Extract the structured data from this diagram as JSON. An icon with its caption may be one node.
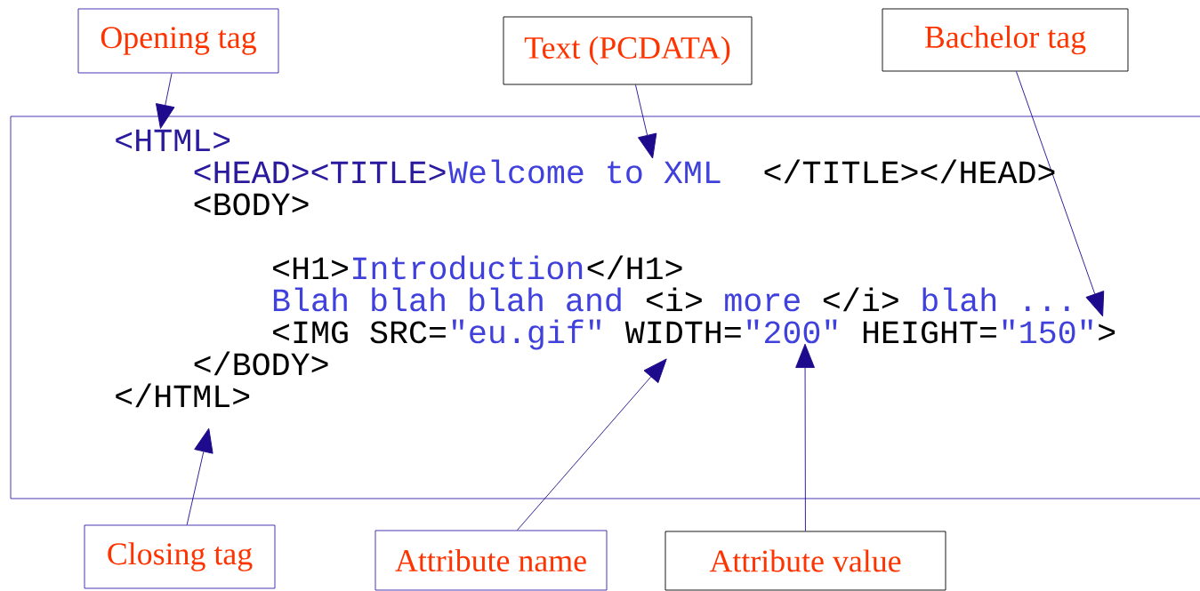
{
  "diagram": {
    "nodes": [
      {
        "text": [
          "Opening tag"
        ]
      },
      {
        "text": [
          "Text (PCDATA)"
        ]
      },
      {
        "text": [
          "Bachelor tag"
        ]
      },
      {
        "text": [
          "Closing tag"
        ]
      },
      {
        "text": [
          "Attribute name"
        ]
      },
      {
        "text": [
          "Attribute value"
        ]
      },
      {
        "text": [
          "<HTML>"
        ]
      },
      {
        "text": [
          "Welcome to XML"
        ]
      }
    ],
    "edges": [
      {
        "from": 0,
        "to": 6,
        "arrow": "to"
      },
      {
        "from": 1,
        "to": 7,
        "arrow": "to"
      },
      {
        "from": 2,
        "to": null,
        "arrow": "to"
      },
      {
        "from": 3,
        "to": null,
        "arrow": "to"
      },
      {
        "from": 4,
        "to": null,
        "arrow": "to"
      },
      {
        "from": 5,
        "to": null,
        "arrow": "to"
      }
    ],
    "labels": [
      "<HEAD><TITLE>",
      "</TITLE></HEAD>",
      "<BODY>",
      "<H1>",
      "Introduction",
      "</H1>",
      "Blah blah blah and",
      "<i>",
      "more",
      "</i>",
      "blah ...",
      "<IMG SRC=",
      "\"eu.gif\"",
      "WIDTH=",
      "\"200\"",
      "HEIGHT=",
      "\"150\"",
      ">",
      "</BODY>",
      "</HTML>"
    ]
  }
}
